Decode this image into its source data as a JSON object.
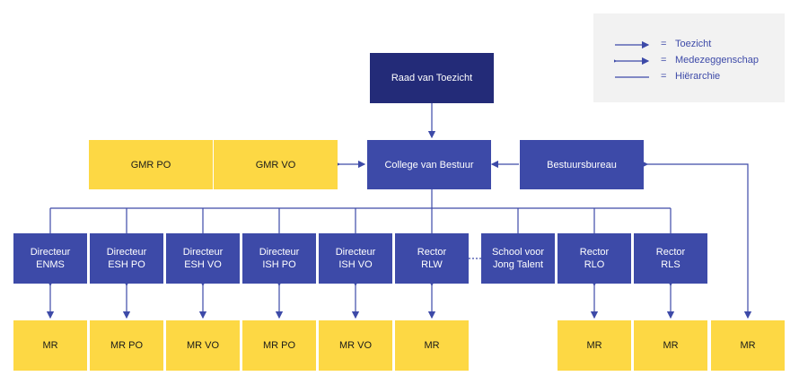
{
  "colors": {
    "dark_blue": "#232b78",
    "blue": "#3d4aa8",
    "yellow": "#fdd844",
    "connector": "#3d4aa8",
    "legend_bg": "#f2f2f2"
  },
  "legend": {
    "equals": "=",
    "toezicht": "Toezicht",
    "medezeggenschap": "Medezeggenschap",
    "hierarchie": "Hiërarchie"
  },
  "nodes": {
    "raad_van_toezicht": "Raad van Toezicht",
    "college_van_bestuur": "College van Bestuur",
    "bestuursbureau": "Bestuursbureau",
    "gmr_po": "GMR PO",
    "gmr_vo": "GMR VO",
    "directeur_enms": "Directeur\nENMS",
    "directeur_esh_po": "Directeur\nESH PO",
    "directeur_esh_vo": "Directeur\nESH VO",
    "directeur_ish_po": "Directeur\nISH PO",
    "directeur_ish_vo": "Directeur\nISH VO",
    "rector_rlw": "Rector\nRLW",
    "school_jong_talent": "School voor\nJong Talent",
    "rector_rlo": "Rector\nRLO",
    "rector_rls": "Rector\nRLS",
    "mr_enms": "MR",
    "mr_esh_po": "MR PO",
    "mr_esh_vo": "MR VO",
    "mr_ish_po": "MR PO",
    "mr_ish_vo": "MR VO",
    "mr_rlw": "MR",
    "mr_rlo": "MR",
    "mr_rls": "MR",
    "mr_bestuursbureau": "MR"
  }
}
